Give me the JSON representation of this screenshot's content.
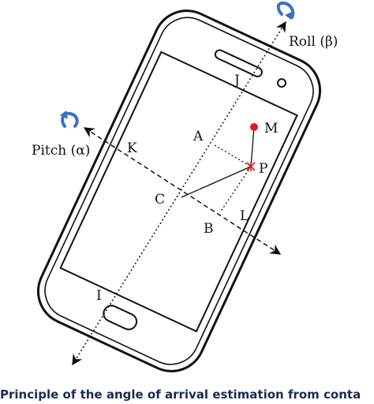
{
  "diagram": {
    "labels": {
      "roll": "Roll (β)",
      "pitch": "Pitch (α)",
      "J": "J",
      "K": "K",
      "A": "A",
      "M": "M",
      "P": "P",
      "C": "C",
      "B": "B",
      "L": "L",
      "I": "I"
    },
    "colors": {
      "outline": "#111111",
      "point_m": "#e01b1b",
      "point_p": "#e01b1b",
      "rotation_arrow": "#3b6fc4"
    }
  },
  "caption": "Principle of the angle of arrival estimation from conta"
}
